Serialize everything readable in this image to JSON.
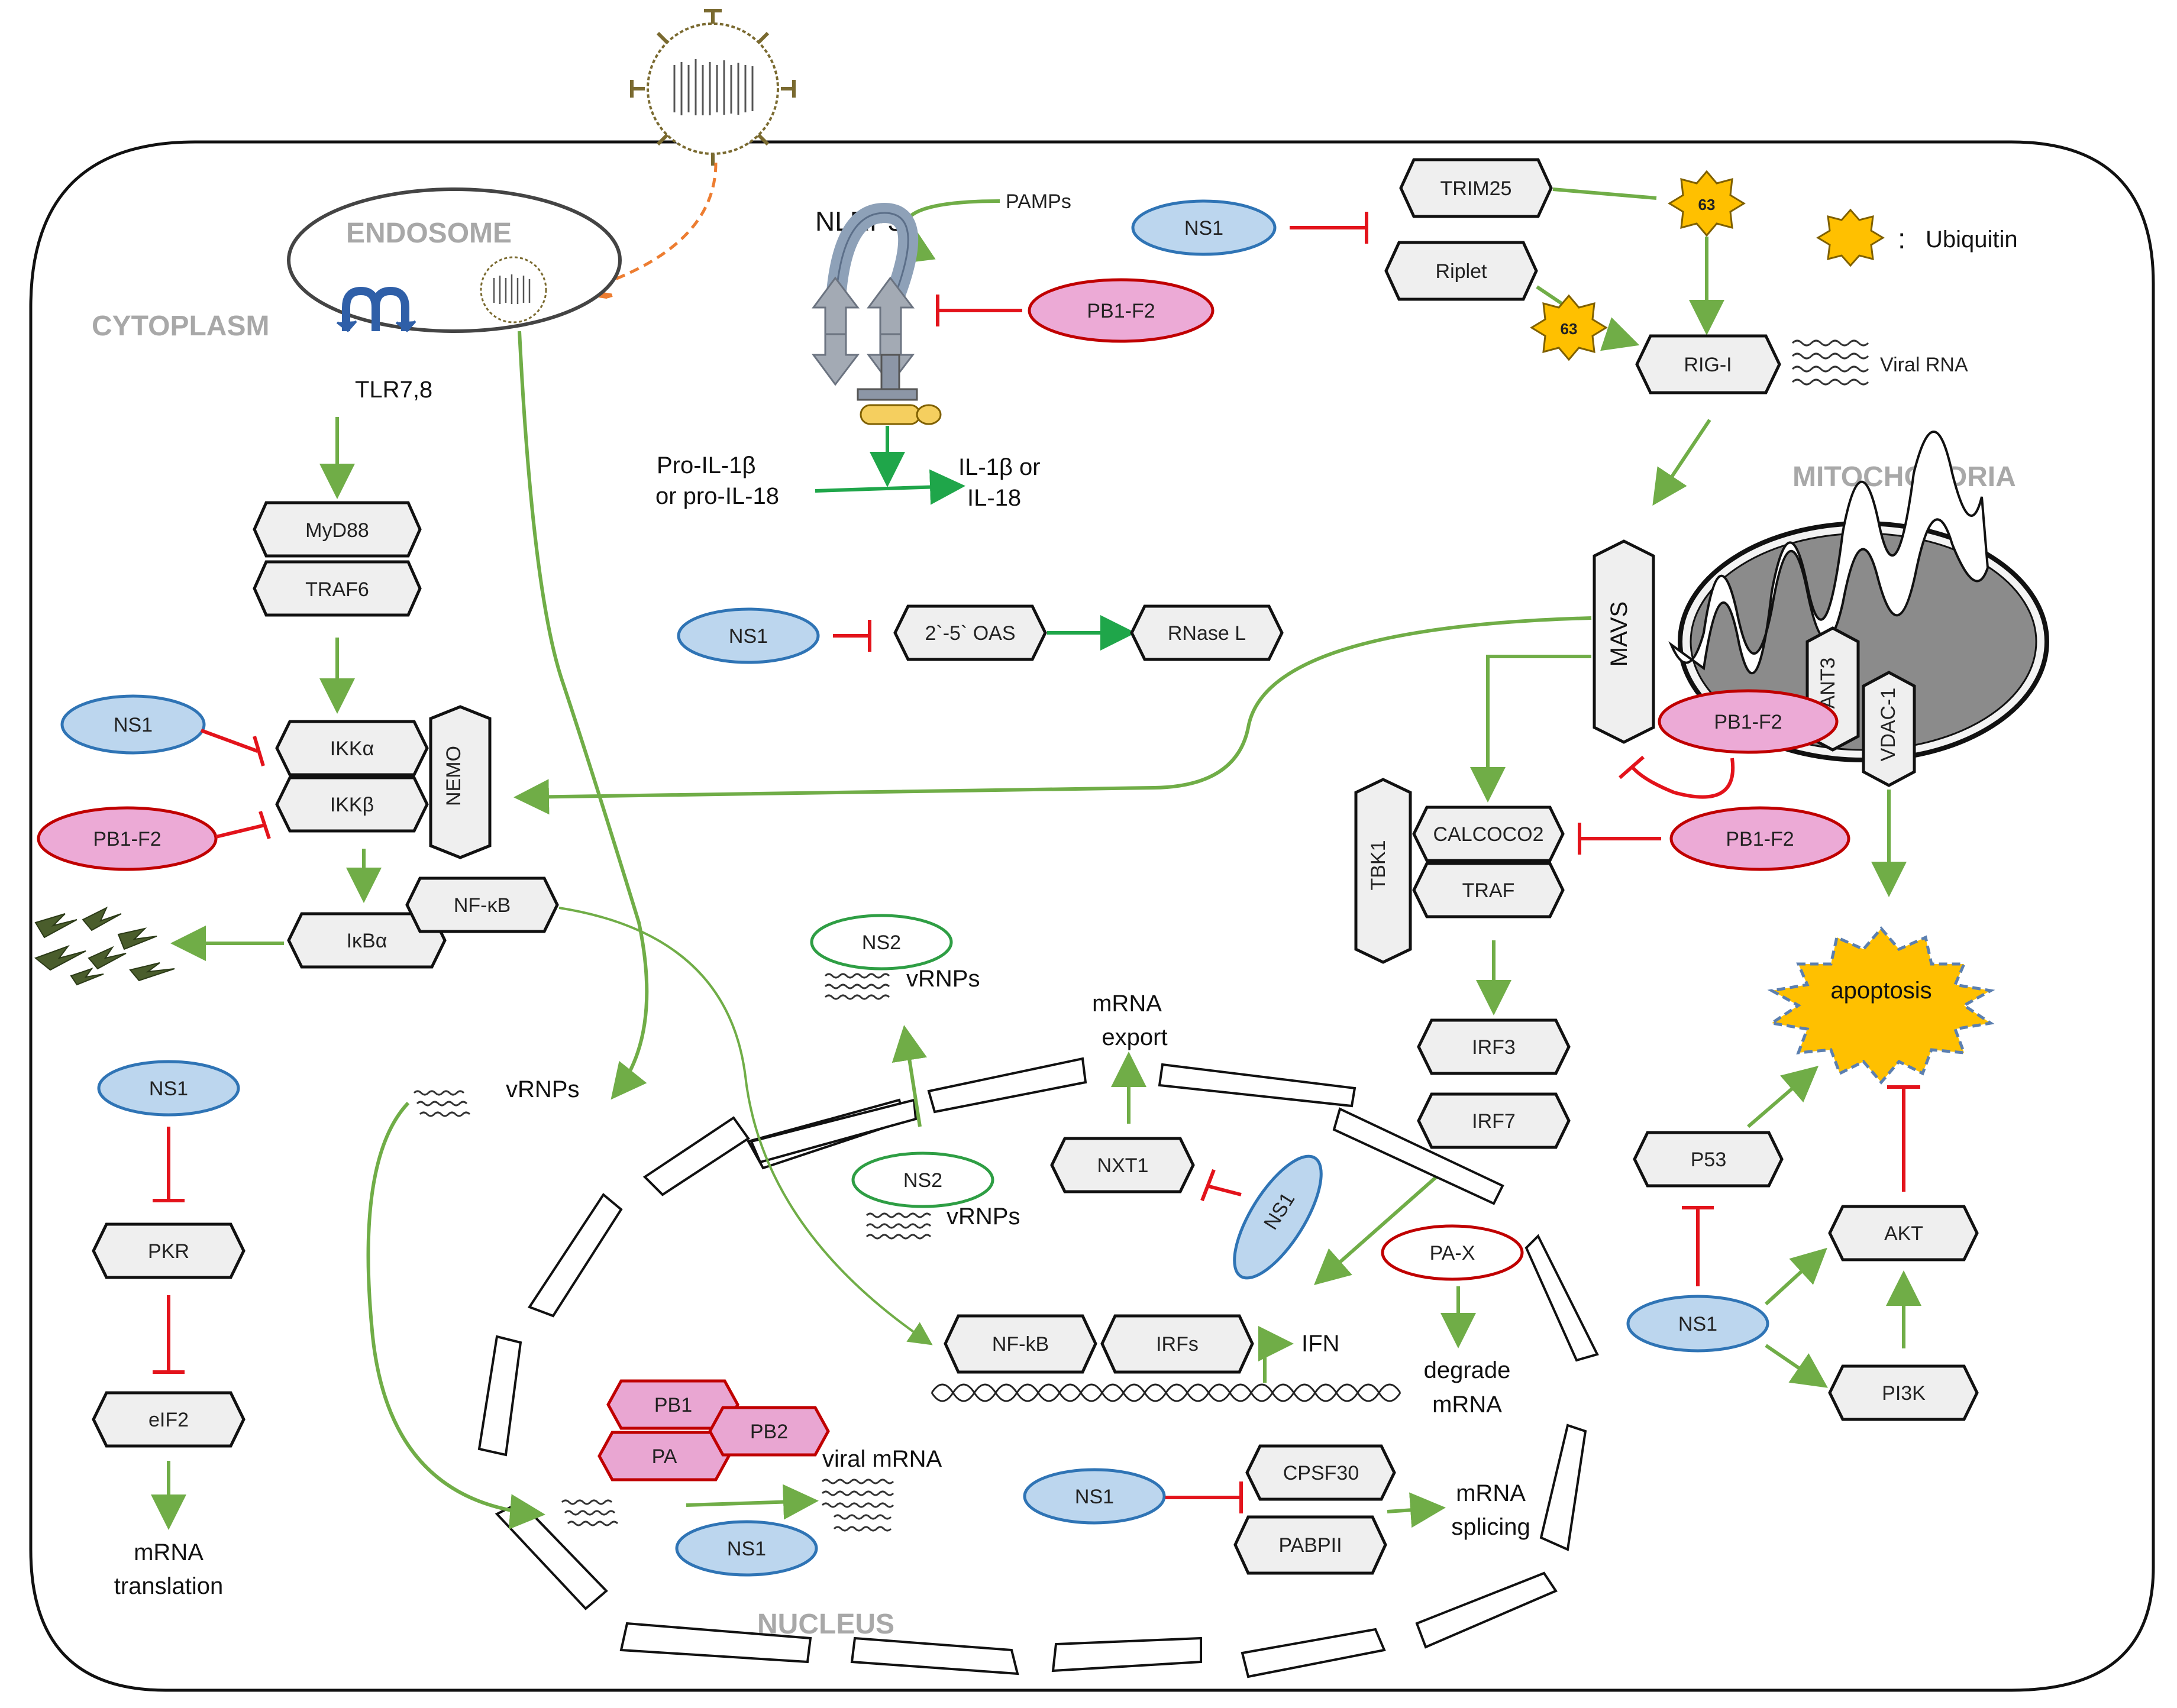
{
  "regions": {
    "cytoplasm": "CYTOPLASM",
    "endosome": "ENDOSOME",
    "nucleus": "NUCLEUS",
    "mitochondria": "MITOCHONDRIA"
  },
  "legend": {
    "separator": ":",
    "ubiquitin": "Ubiquitin"
  },
  "labels": {
    "tlr": "TLR7,8",
    "nlrp3": "NLRP3",
    "pamps": "PAMPs",
    "pro_il_1": "Pro-IL-1β",
    "pro_il_2": "or pro-IL-18",
    "il_1": "IL-1β or",
    "il_2": "IL-18",
    "viral_rna": "Viral RNA",
    "vrnps_1": "vRNPs",
    "vrnps_2": "vRNPs",
    "vrnps_3": "vRNPs",
    "mrna_export_1": "mRNA",
    "mrna_export_2": "export",
    "ifn": "IFN",
    "degrade_1": "degrade",
    "degrade_2": "mRNA",
    "viral_mrna": "viral mRNA",
    "splicing_1": "mRNA",
    "splicing_2": "splicing",
    "translation_1": "mRNA",
    "translation_2": "translation"
  },
  "ub_chains": {
    "trim25_ub": "63",
    "riplet_ub": "63"
  },
  "hex_nodes": {
    "myd88": "MyD88",
    "traf6": "TRAF6",
    "ikka": "IKKα",
    "ikkb": "IKKβ",
    "nemo": "NEMO",
    "ikba": "IκBα",
    "nfkb": "NF-κB",
    "pkr": "PKR",
    "eif2": "eIF2",
    "trim25": "TRIM25",
    "riplet": "Riplet",
    "rigi": "RIG-I",
    "oas": "2`-5` OAS",
    "rnasel": "RNase L",
    "mavs": "MAVS",
    "ant3": "ANT3",
    "vdac1": "VDAC-1",
    "tbk1": "TBK1",
    "calcoco2": "CALCOCO2",
    "traf": "TRAF",
    "irf3": "IRF3",
    "irf7": "IRF7",
    "nxt1": "NXT1",
    "nfkb_nuc": "NF-kB",
    "irfs": "IRFs",
    "cpsf30": "CPSF30",
    "pabpii": "PABPII",
    "p53": "P53",
    "akt": "AKT",
    "pi3k": "PI3K",
    "pb1": "PB1",
    "pa": "PA",
    "pb2": "PB2"
  },
  "ovals": {
    "ns1_ikk": "NS1",
    "pb1f2_ikk": "PB1-F2",
    "ns1_pkr": "NS1",
    "pb1f2_nlrp3": "PB1-F2",
    "ns1_oas": "NS1",
    "ns1_trim25": "NS1",
    "pb1f2_mavs": "PB1-F2",
    "pb1f2_calcoco2": "PB1-F2",
    "ns2_top": "NS2",
    "ns2_mid": "NS2",
    "ns1_nxt1": "NS1",
    "pax": "PA-X",
    "ns1_cpsf": "NS1",
    "ns1_pol": "NS1",
    "ns1_p53": "NS1"
  },
  "apoptosis": "apoptosis",
  "colors": {
    "activation_arrow": "#70ad47",
    "inhibition": "#e3131b",
    "ns1_fill": "#bcd6ee",
    "pb1f2_fill": "#ecaad6",
    "ubiquitin": "#ffc000"
  }
}
